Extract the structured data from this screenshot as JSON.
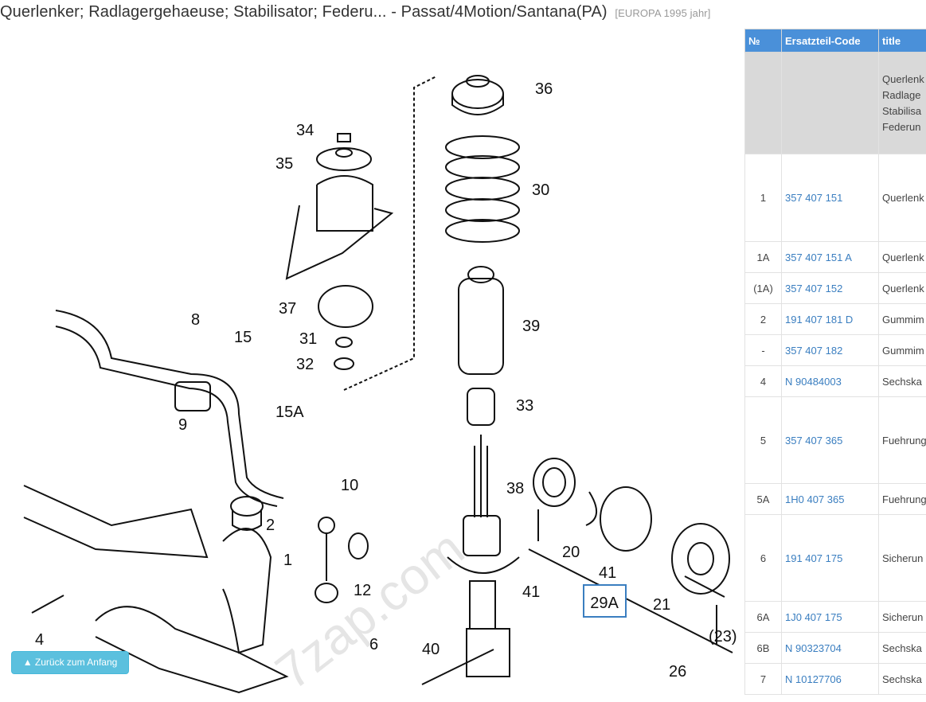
{
  "header": {
    "title": "Querlenker; Radlagergehaeuse; Stabilisator; Federu... - Passat/4Motion/Santana(PA)",
    "subtitle": "[EUROPA 1995 jahr]"
  },
  "diagram": {
    "callouts": [
      "36",
      "34",
      "35",
      "30",
      "37",
      "31",
      "32",
      "39",
      "33",
      "38",
      "8",
      "15",
      "15A",
      "9",
      "10",
      "2",
      "1",
      "12",
      "4",
      "6",
      "40",
      "41",
      "20",
      "41",
      "29A",
      "21",
      "(23)",
      "26"
    ],
    "watermark": "7zap.com",
    "highlight_label": "29A",
    "accent_color": "#3a7ec0"
  },
  "table": {
    "columns": [
      "№",
      "Ersatzteil-Code",
      "title"
    ],
    "group_row": {
      "lines": [
        "Querlenk",
        "Radlage",
        "Stabilisa",
        "Federun"
      ]
    },
    "rows": [
      {
        "num": "1",
        "code": "357 407 151",
        "title": "Querlenk"
      },
      {
        "num": "1A",
        "code": "357 407 151 A",
        "title": "Querlenk"
      },
      {
        "num": "(1A)",
        "code": "357 407 152",
        "title": "Querlenk"
      },
      {
        "num": "2",
        "code": "191 407 181 D",
        "title": "Gummim"
      },
      {
        "num": "-",
        "code": "357 407 182",
        "title": "Gummim"
      },
      {
        "num": "4",
        "code": "N  90484003",
        "title": "Sechska"
      },
      {
        "num": "5",
        "code": "357 407 365",
        "title": "Fuehrung"
      },
      {
        "num": "5A",
        "code": "1H0 407 365",
        "title": "Fuehrung"
      },
      {
        "num": "6",
        "code": "191 407 175",
        "title": "Sicherun"
      },
      {
        "num": "6A",
        "code": "1J0 407 175",
        "title": "Sicherun"
      },
      {
        "num": "6B",
        "code": "N  90323704",
        "title": "Sechska"
      },
      {
        "num": "7",
        "code": "N  10127706",
        "title": "Sechska"
      }
    ]
  },
  "back_button": {
    "icon": "chevron-up-icon",
    "label": "Zurück zum Anfang"
  }
}
